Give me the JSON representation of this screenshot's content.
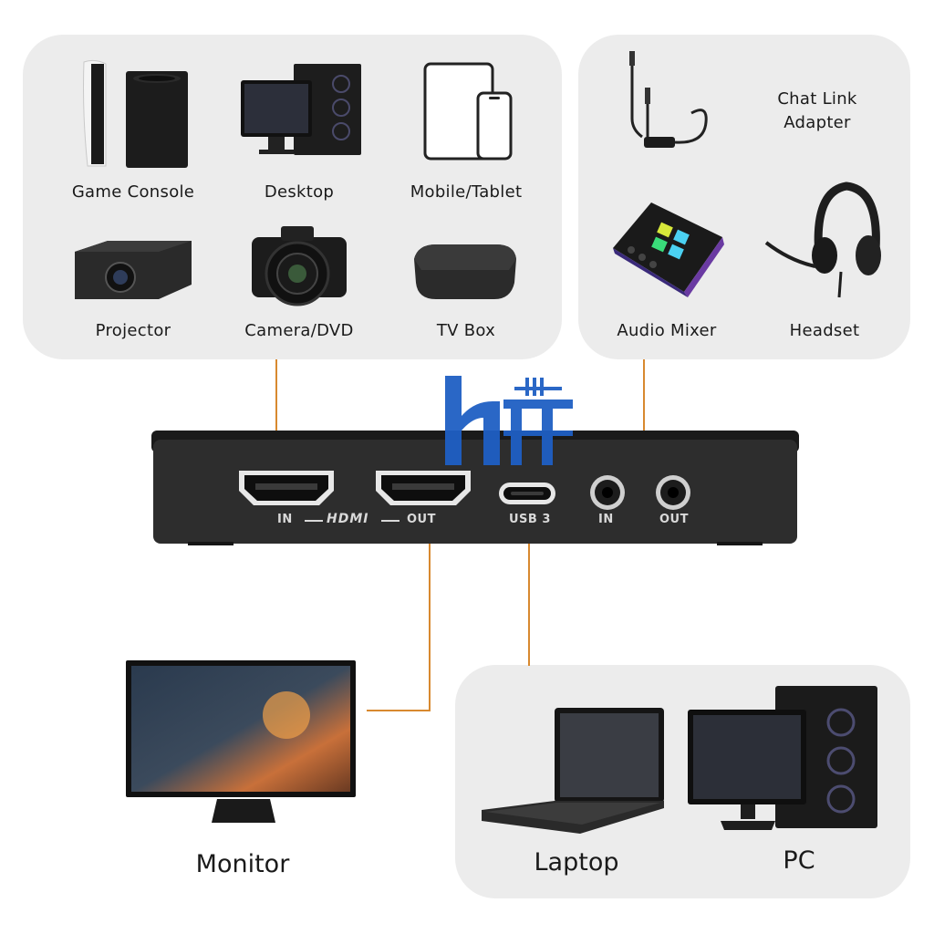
{
  "sources": {
    "items": [
      {
        "label": "Game Console",
        "icon": "game-console-icon"
      },
      {
        "label": "Desktop",
        "icon": "desktop-icon"
      },
      {
        "label": "Mobile/Tablet",
        "icon": "mobile-tablet-icon"
      },
      {
        "label": "Projector",
        "icon": "projector-icon"
      },
      {
        "label": "Camera/DVD",
        "icon": "camera-icon"
      },
      {
        "label": "TV Box",
        "icon": "tv-box-icon"
      }
    ]
  },
  "audio": {
    "adapter_label_line1": "Chat Link",
    "adapter_label_line2": "Adapter",
    "mixer_label": "Audio Mixer",
    "headset_label": "Headset"
  },
  "device": {
    "hdmi_in": "IN",
    "hdmi_logo": "HDMI",
    "hdmi_out": "OUT",
    "usb": "USB 3",
    "audio_in": "IN",
    "audio_out": "OUT"
  },
  "outputs": {
    "monitor_label": "Monitor",
    "laptop_label": "Laptop",
    "pc_label": "PC"
  },
  "colors": {
    "panel": "#ececec",
    "wire": "#d8892f",
    "device_body": "#2b2b2b",
    "watermark_blue": "#1f5fc4"
  }
}
